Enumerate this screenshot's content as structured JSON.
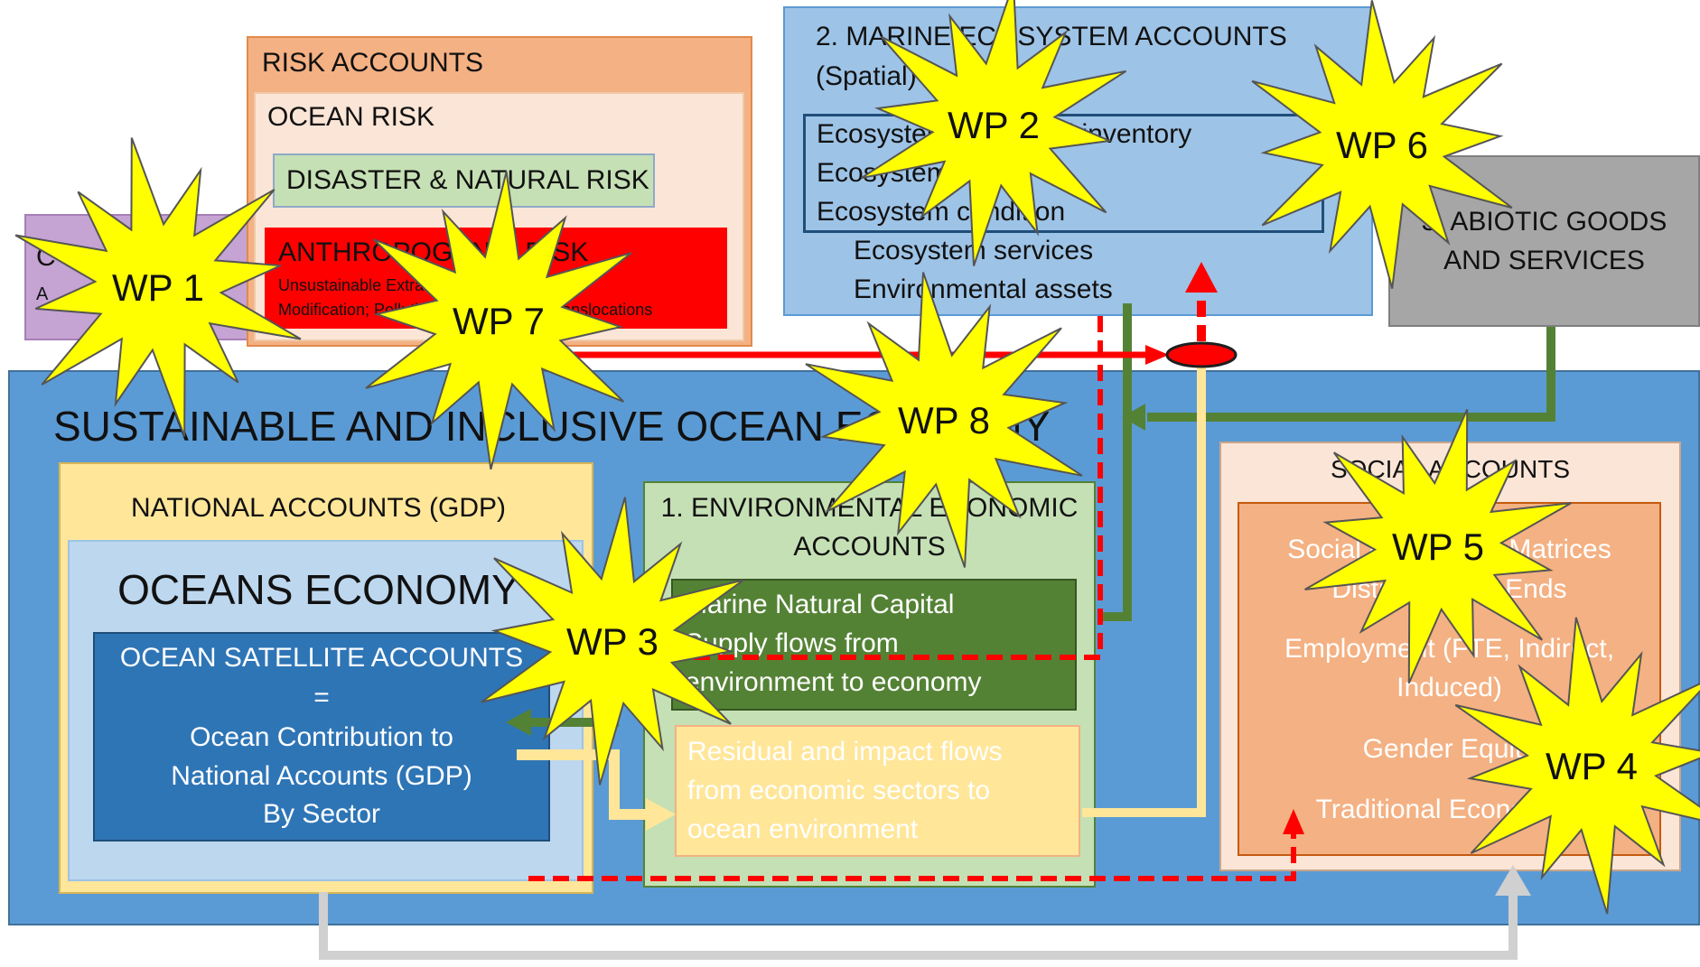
{
  "risk": {
    "title": "RISK ACCOUNTS",
    "ocean_risk": "OCEAN RISK",
    "disaster": "DISASTER & NATURAL RISK",
    "anthropogenic": "ANTHROPOGENIC RISK",
    "anthro_line1": "Unsustainable Extraction; Habitat",
    "anthro_line2": "Modification; Pollution; Alien Species Translocations",
    "purple_c": "C",
    "purple_a": "A"
  },
  "marine": {
    "title": "2. MARINE ECOSYSTEM ACCOUNTS",
    "subtitle": "(Spatial)",
    "items": [
      "Ecosystem types and inventory",
      "Ecosystem extent",
      "Ecosystem condition"
    ],
    "services": "Ecosystem services",
    "assets": "Environmental assets"
  },
  "abiotic": {
    "line1": "3. ABIOTIC GOODS",
    "line2": "AND SERVICES"
  },
  "sustainable": {
    "title": "SUSTAINABLE AND INCLUSIVE OCEAN ECONOMY"
  },
  "national": {
    "title": "NATIONAL ACCOUNTS (GDP)",
    "oceans_economy": "OCEANS ECONOMY",
    "satellite": [
      "OCEAN SATELLITE ACCOUNTS",
      "=",
      "Ocean Contribution to",
      "National Accounts (GDP)",
      "By Sector"
    ]
  },
  "env": {
    "title_line1": "1. ENVIRONMENTAL ECONOMIC",
    "title_line2": "ACCOUNTS",
    "green": [
      "Marine Natural Capital",
      "Supply flows from",
      "environment to economy"
    ],
    "yellow": [
      "Residual and impact flows",
      "from economic sectors to",
      "ocean environment"
    ]
  },
  "social": {
    "title": "SOCIAL ACCOUNTS",
    "items": [
      "Social Accounting Matrices",
      "Distribution of Ends",
      "Employment (FTE, Indirect,",
      "Induced)",
      "Gender Equity",
      "Traditional Economies"
    ]
  },
  "work_packages": [
    "WP 1",
    "WP 2",
    "WP 3",
    "WP 4",
    "WP 5",
    "WP 6",
    "WP 7",
    "WP 8"
  ],
  "colors": {
    "risk_outer": "#f4b183",
    "risk_inner": "#fbe5d6",
    "disaster": "#c5e0b4",
    "anthro": "#ff0000",
    "purple": "#c5a3d3",
    "marine": "#9dc3e6",
    "abiotic": "#a6a6a6",
    "sustainable": "#5b9bd5",
    "national": "#ffe699",
    "oceans_economy": "#bdd7ee",
    "satellite": "#2e75b6",
    "env": "#c5e0b4",
    "env_green": "#548235",
    "env_yellow": "#ffe699",
    "social_outer": "#fbe5d6",
    "social_inner": "#f4b183",
    "star": "#ffff00"
  }
}
